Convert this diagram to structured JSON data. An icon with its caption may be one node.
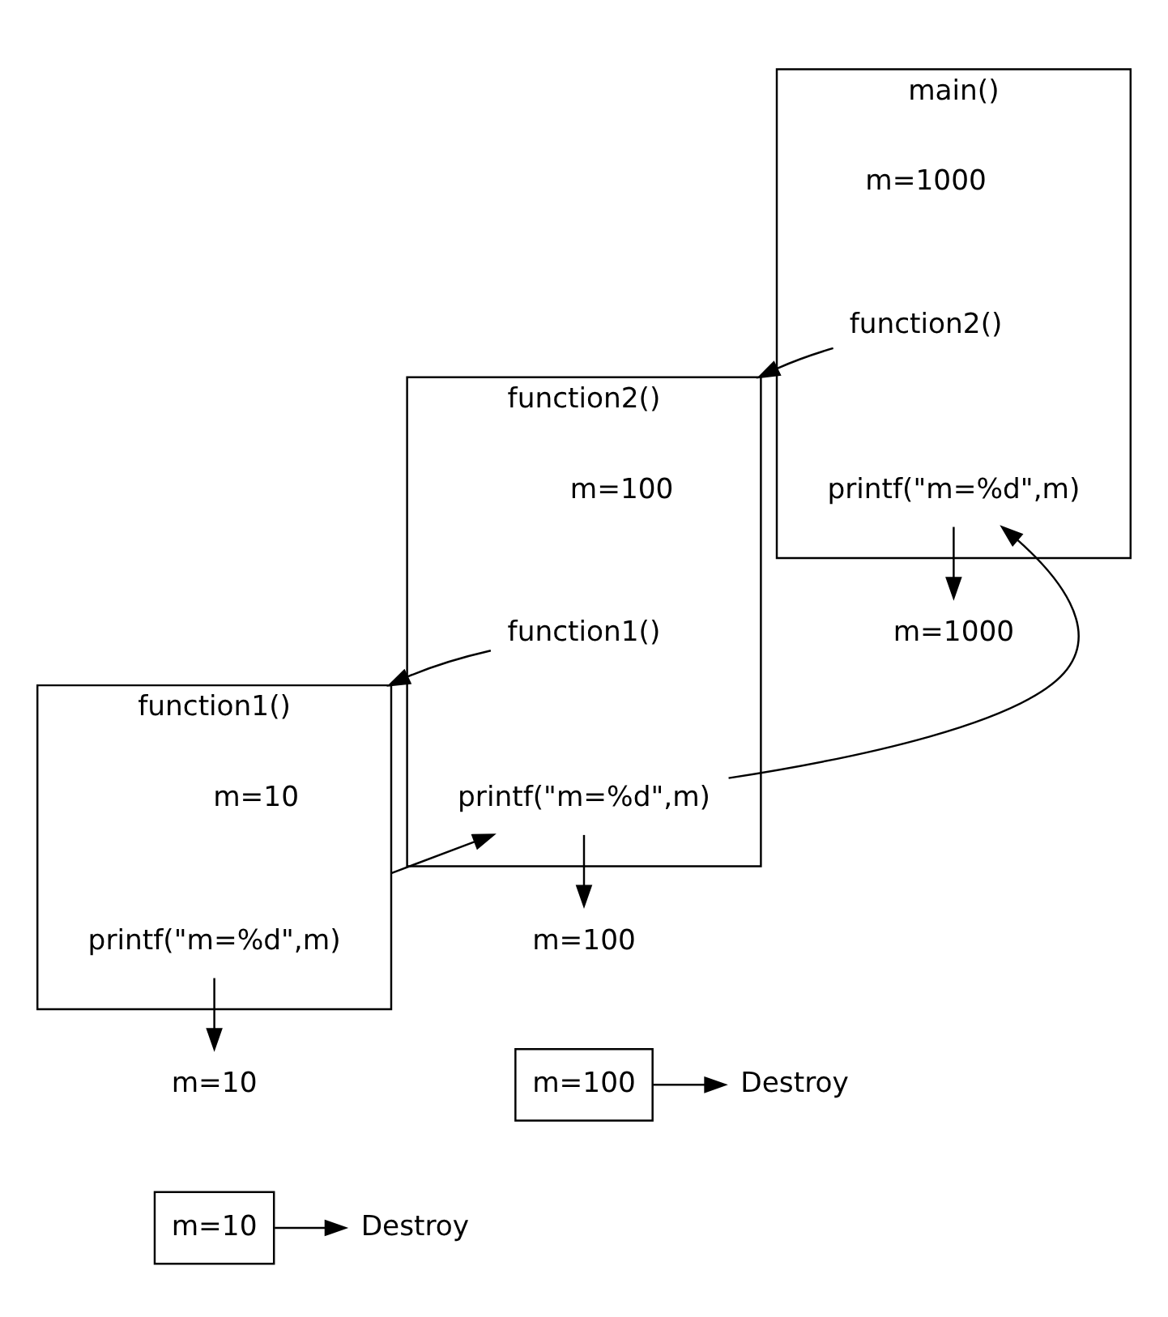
{
  "diagram": {
    "nodes": [
      {
        "text": [
          "main()"
        ]
      },
      {
        "text": [
          "m=1000"
        ],
        "in": 0
      },
      {
        "text": [
          "function2()"
        ],
        "in": 0
      },
      {
        "text": [
          "printf(\"m=%d\",m)"
        ],
        "in": 0
      },
      {
        "text": [
          "m=1000"
        ]
      },
      {
        "text": [
          "function2()"
        ]
      },
      {
        "text": [
          "m=100"
        ],
        "in": 5
      },
      {
        "text": [
          "function1()"
        ],
        "in": 5
      },
      {
        "text": [
          "printf(\"m=%d\",m)"
        ],
        "in": 5
      },
      {
        "text": [
          "m=100"
        ]
      },
      {
        "text": [
          "m=100"
        ]
      },
      {
        "text": [
          "Destroy"
        ]
      },
      {
        "text": [
          "function1()"
        ]
      },
      {
        "text": [
          "m=10"
        ],
        "in": 12
      },
      {
        "text": [
          "printf(\"m=%d\",m)"
        ],
        "in": 12
      },
      {
        "text": [
          "m=10"
        ]
      },
      {
        "text": [
          "m=10"
        ]
      },
      {
        "text": [
          "Destroy"
        ]
      }
    ],
    "edges": [
      {
        "from": 2,
        "to": 5,
        "arrow": "to"
      },
      {
        "from": 3,
        "to": 4,
        "arrow": "to"
      },
      {
        "from": 7,
        "to": 12,
        "arrow": "to"
      },
      {
        "from": 8,
        "to": 9,
        "arrow": "to"
      },
      {
        "from": 8,
        "to": 3,
        "arrow": "to"
      },
      {
        "from": 10,
        "to": 11,
        "arrow": "to"
      },
      {
        "from": 12,
        "to": 8,
        "arrow": "to"
      },
      {
        "from": 14,
        "to": 15,
        "arrow": "to"
      },
      {
        "from": 16,
        "to": 17,
        "arrow": "to"
      }
    ]
  }
}
